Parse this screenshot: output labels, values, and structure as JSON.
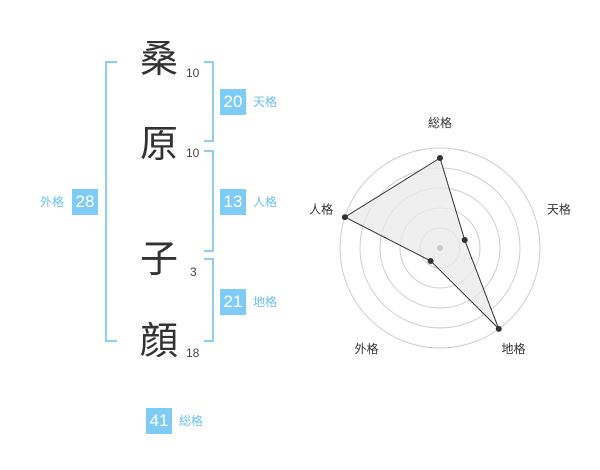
{
  "name": {
    "chars": [
      {
        "char": "桑",
        "strokes": "10"
      },
      {
        "char": "原",
        "strokes": "10"
      },
      {
        "char": "子",
        "strokes": "3"
      },
      {
        "char": "顔",
        "strokes": "18"
      }
    ]
  },
  "kakusu": {
    "tenkaku": {
      "value": "20",
      "label": "天格"
    },
    "jinkaku": {
      "value": "13",
      "label": "人格"
    },
    "chikaku": {
      "value": "21",
      "label": "地格"
    },
    "gaikaku": {
      "value": "28",
      "label": "外格"
    },
    "soukaku": {
      "value": "41",
      "label": "総格"
    }
  },
  "chart_data": {
    "type": "radar",
    "axes": [
      "総格",
      "天格",
      "地格",
      "外格",
      "人格"
    ],
    "values": [
      4.5,
      1.3,
      5.0,
      0.8,
      5.0
    ],
    "rmax": 5,
    "rings": 5,
    "colors": {
      "fill": "#e9e9e9",
      "line": "#333333",
      "grid": "#cfcfcf",
      "center": "#c8c8c8"
    }
  }
}
